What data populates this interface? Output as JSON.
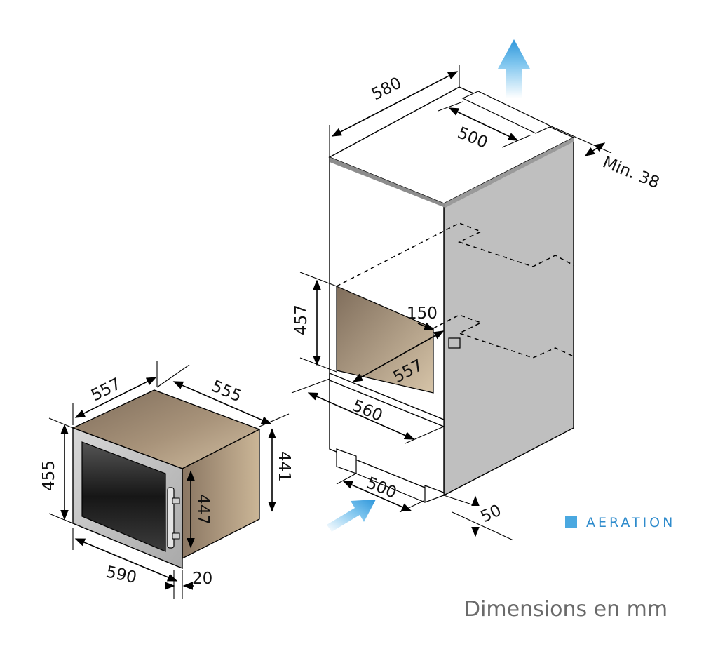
{
  "oven": {
    "width_top": "557",
    "depth_top": "555",
    "height_left": "455",
    "height_right": "441",
    "body_height": "447",
    "front_width": "590",
    "front_depth": "20"
  },
  "cabinet": {
    "width_top": "580",
    "vent_width": "500",
    "min_gap": "Min. 38",
    "niche_height": "457",
    "niche_setback": "150",
    "niche_depth": "557",
    "niche_width": "560",
    "base_vent": "500",
    "base_gap": "50"
  },
  "legend": {
    "label": "AERATION",
    "color": "#4aa8e0"
  },
  "caption": "Dimensions en mm",
  "colors": {
    "wood_dark": "#8c7a66",
    "wood_light": "#cdb99c",
    "side_panel": "#bfbfbf",
    "frame": "#c8c8c8",
    "glass": "#2a2a2a",
    "arrow": "#3aa0dc"
  }
}
